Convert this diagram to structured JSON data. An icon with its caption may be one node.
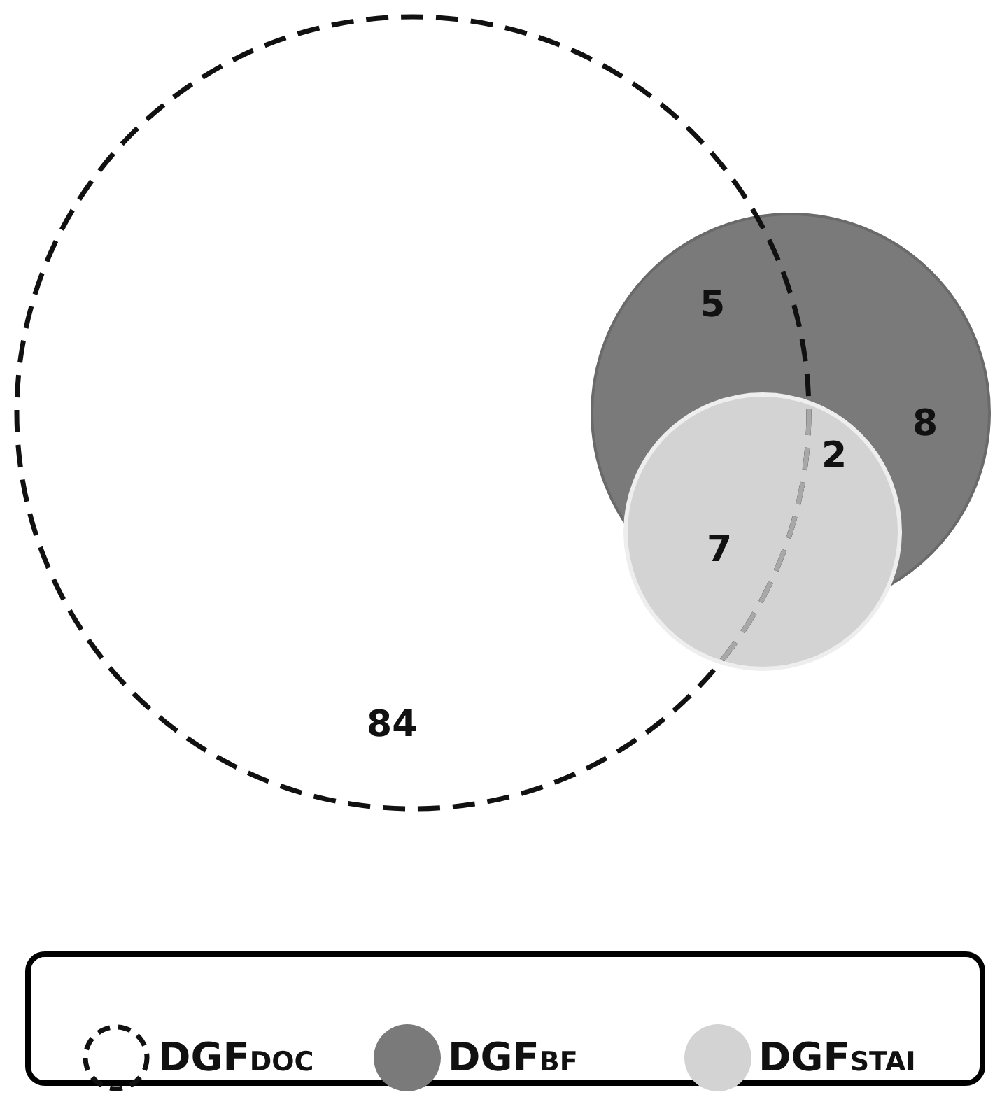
{
  "diagram": {
    "labels": [
      "5",
      "8",
      "2",
      "7",
      "84"
    ],
    "legend": [
      {
        "text": "DGF$_{DOC}$"
      },
      {
        "text": "DGF$_{BF}$",
        "color": "#7a7a7a"
      },
      {
        "text": "DGF$_{STAI}$",
        "color": "#d3d3d3"
      }
    ]
  }
}
